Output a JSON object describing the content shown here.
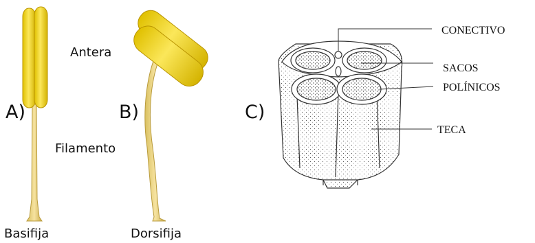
{
  "labels": {
    "antera": "Antera",
    "filamento": "Filamento",
    "panel_a": "A)",
    "panel_b": "B)",
    "panel_c": "C)",
    "basifija": "Basifija",
    "dorsifija": "Dorsifija",
    "conectivo": "CONECTIVO",
    "sacos": "SACOS",
    "polinicos": "POLÍNICOS",
    "teca": "TECA"
  },
  "colors": {
    "anther_fill": "#f5dd2a",
    "anther_stroke": "#b99400",
    "filament_fill": "#f2dc84",
    "filament_stroke": "#b99b3c",
    "drawing_line": "#333333"
  }
}
